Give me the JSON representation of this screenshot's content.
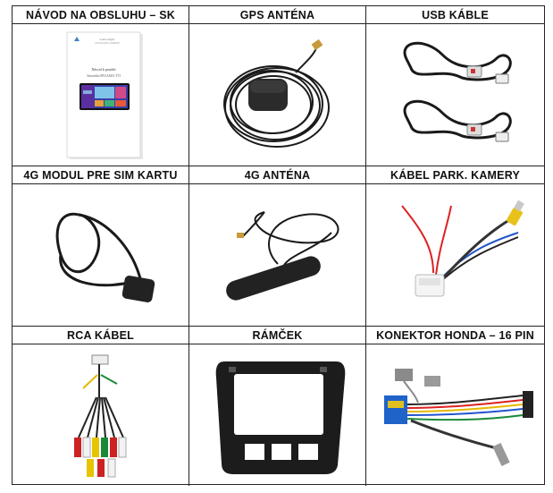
{
  "items": [
    {
      "label": "NÁVOD NA OBSLUHU – SK",
      "icon": "manual-booklet",
      "manual": {
        "header_line1": "Sound Angels",
        "header_line2": "AUTORÁDIO ANDROID",
        "title": "Návod k použití",
        "subtitle": "Autorádio PEGASUS T72"
      }
    },
    {
      "label": "GPS ANTÉNA",
      "icon": "gps-antenna"
    },
    {
      "label": "USB KÁBLE",
      "icon": "usb-cables"
    },
    {
      "label": "4G MODUL PRE SIM KARTU",
      "icon": "sim-module"
    },
    {
      "label": "4G ANTÉNA",
      "icon": "4g-antenna"
    },
    {
      "label": "KÁBEL PARK. KAMERY",
      "icon": "camera-cable"
    },
    {
      "label": "RCA KÁBEL",
      "icon": "rca-cable"
    },
    {
      "label": "RÁMČEK",
      "icon": "frame-bezel"
    },
    {
      "label": "KONEKTOR HONDA – 16 PIN",
      "icon": "honda-connector"
    }
  ]
}
